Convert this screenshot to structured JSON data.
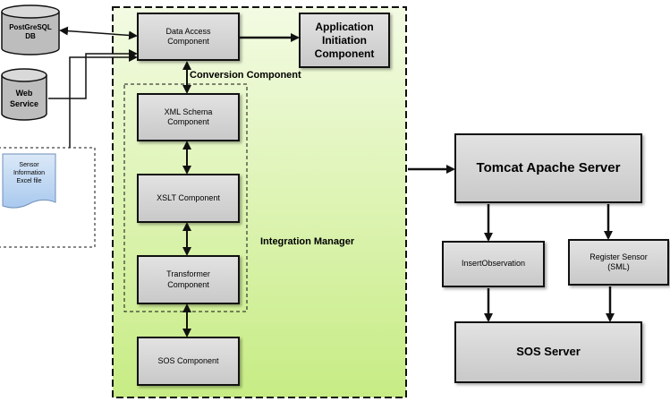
{
  "nodes": {
    "postgres_db": "PostGreSQL\nDB",
    "web_service": "Web\nService",
    "sensor_file": "Sensor\nInformation\nExcel file",
    "data_access": "Data Access\nComponent",
    "app_init": "Application\nInitiation\nComponent",
    "xml_schema": "XML Schema\nComponent",
    "xslt": "XSLT Component",
    "transformer": "Transformer\nComponent",
    "sos_component": "SOS Component",
    "tomcat": "Tomcat Apache Server",
    "insert_observation": "InsertObservation",
    "register_sensor": "Register Sensor\n(SML)",
    "sos_server": "SOS Server"
  },
  "labels": {
    "conversion_component": "Conversion Component",
    "integration_manager": "Integration Manager"
  },
  "colors": {
    "integration_fill_top": "#f3fbe3",
    "integration_fill_bottom": "#c7ec84",
    "box_fill_top": "#e2e2e2",
    "box_fill_bottom": "#c9c9c9",
    "cylinder_fill": "#bdbdbd",
    "document_fill_top": "#dbe9f8",
    "document_fill_bottom": "#a9c9ee",
    "stroke": "#111111"
  }
}
